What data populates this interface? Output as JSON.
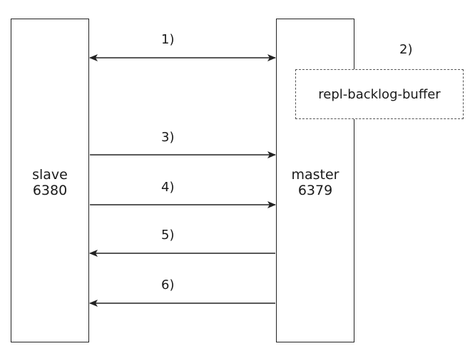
{
  "slave": {
    "name": "slave",
    "port": "6380"
  },
  "master": {
    "name": "master",
    "port": "6379"
  },
  "buffer": {
    "label": "repl-backlog-buffer"
  },
  "steps": [
    {
      "label": "1)"
    },
    {
      "label": "2)"
    },
    {
      "label": "3)"
    },
    {
      "label": "4)"
    },
    {
      "label": "5)"
    },
    {
      "label": "6)"
    }
  ],
  "colors": {
    "stroke": "#222222",
    "dashed": "#555555",
    "background": "#ffffff"
  }
}
